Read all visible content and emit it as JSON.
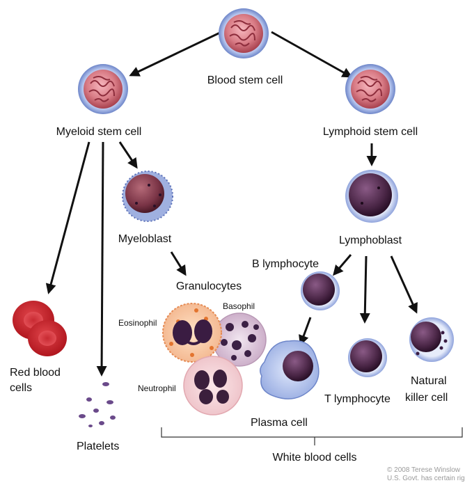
{
  "labels": {
    "blood_stem_cell": "Blood stem cell",
    "myeloid_stem_cell": "Myeloid stem cell",
    "lymphoid_stem_cell": "Lymphoid stem cell",
    "myeloblast": "Myeloblast",
    "lymphoblast": "Lymphoblast",
    "granulocytes": "Granulocytes",
    "eosinophil": "Eosinophil",
    "basophil": "Basophil",
    "neutrophil": "Neutrophil",
    "red_blood_cells_line1": "Red blood",
    "red_blood_cells_line2": "cells",
    "platelets": "Platelets",
    "b_lymphocyte": "B lymphocyte",
    "t_lymphocyte": "T lymphocyte",
    "plasma_cell": "Plasma cell",
    "natural_killer_line1": "Natural",
    "natural_killer_line2": "killer cell",
    "white_blood_cells": "White blood cells"
  },
  "copyright": {
    "line1": "© 2008 Terese Winslow",
    "line2": "U.S. Govt. has certain rights"
  }
}
